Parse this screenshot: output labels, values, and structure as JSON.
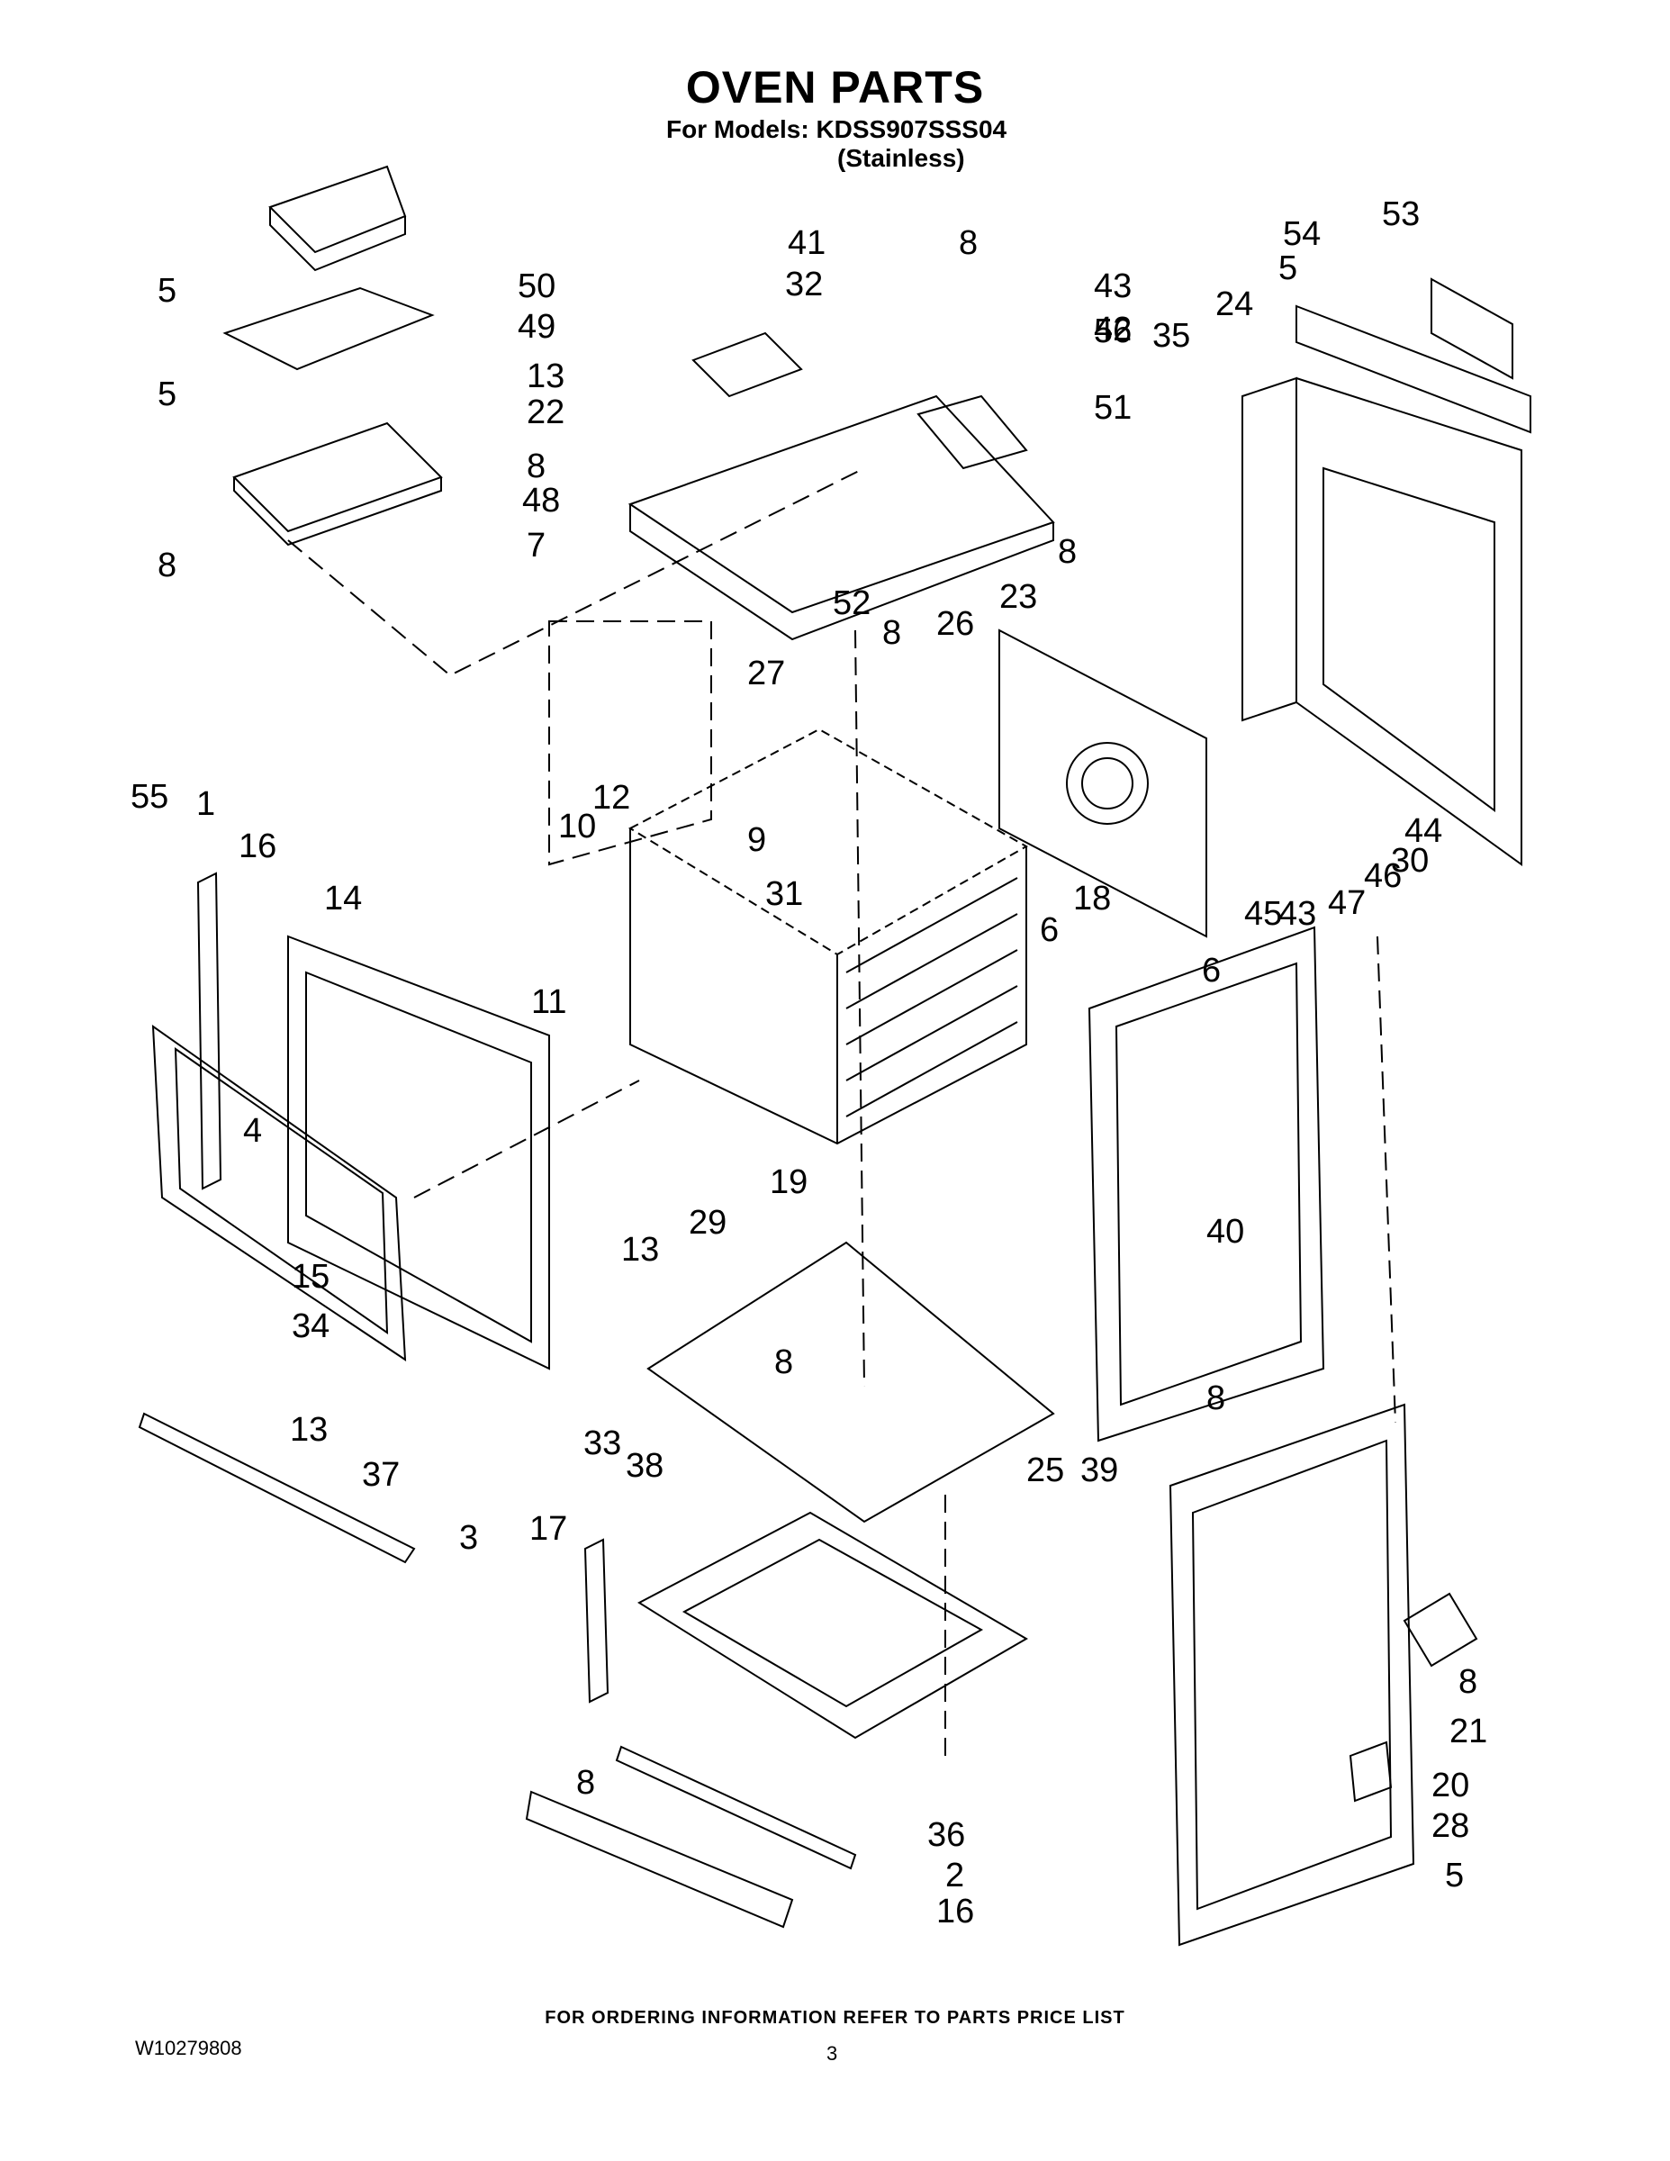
{
  "header": {
    "title": "OVEN PARTS",
    "models": "For Models: KDSS907SSS04",
    "variant": "(Stainless)"
  },
  "callouts": [
    "50",
    "49",
    "48",
    "5",
    "5",
    "8",
    "13",
    "22",
    "8",
    "7",
    "41",
    "8",
    "32",
    "43",
    "42",
    "56",
    "51",
    "53",
    "54",
    "5",
    "24",
    "35",
    "52",
    "8",
    "26",
    "23",
    "8",
    "27",
    "12",
    "10",
    "11",
    "9",
    "31",
    "55",
    "1",
    "16",
    "14",
    "4",
    "44",
    "30",
    "46",
    "47",
    "43",
    "45",
    "6",
    "6",
    "18",
    "29",
    "13",
    "19",
    "15",
    "34",
    "13",
    "37",
    "17",
    "38",
    "33",
    "8",
    "40",
    "8",
    "39",
    "25",
    "3",
    "8",
    "36",
    "2",
    "16",
    "21",
    "8",
    "20",
    "28",
    "5"
  ],
  "footer": {
    "ordering_note": "FOR ORDERING INFORMATION REFER TO PARTS PRICE LIST",
    "doc_number": "W10279808",
    "page_number": "3"
  }
}
